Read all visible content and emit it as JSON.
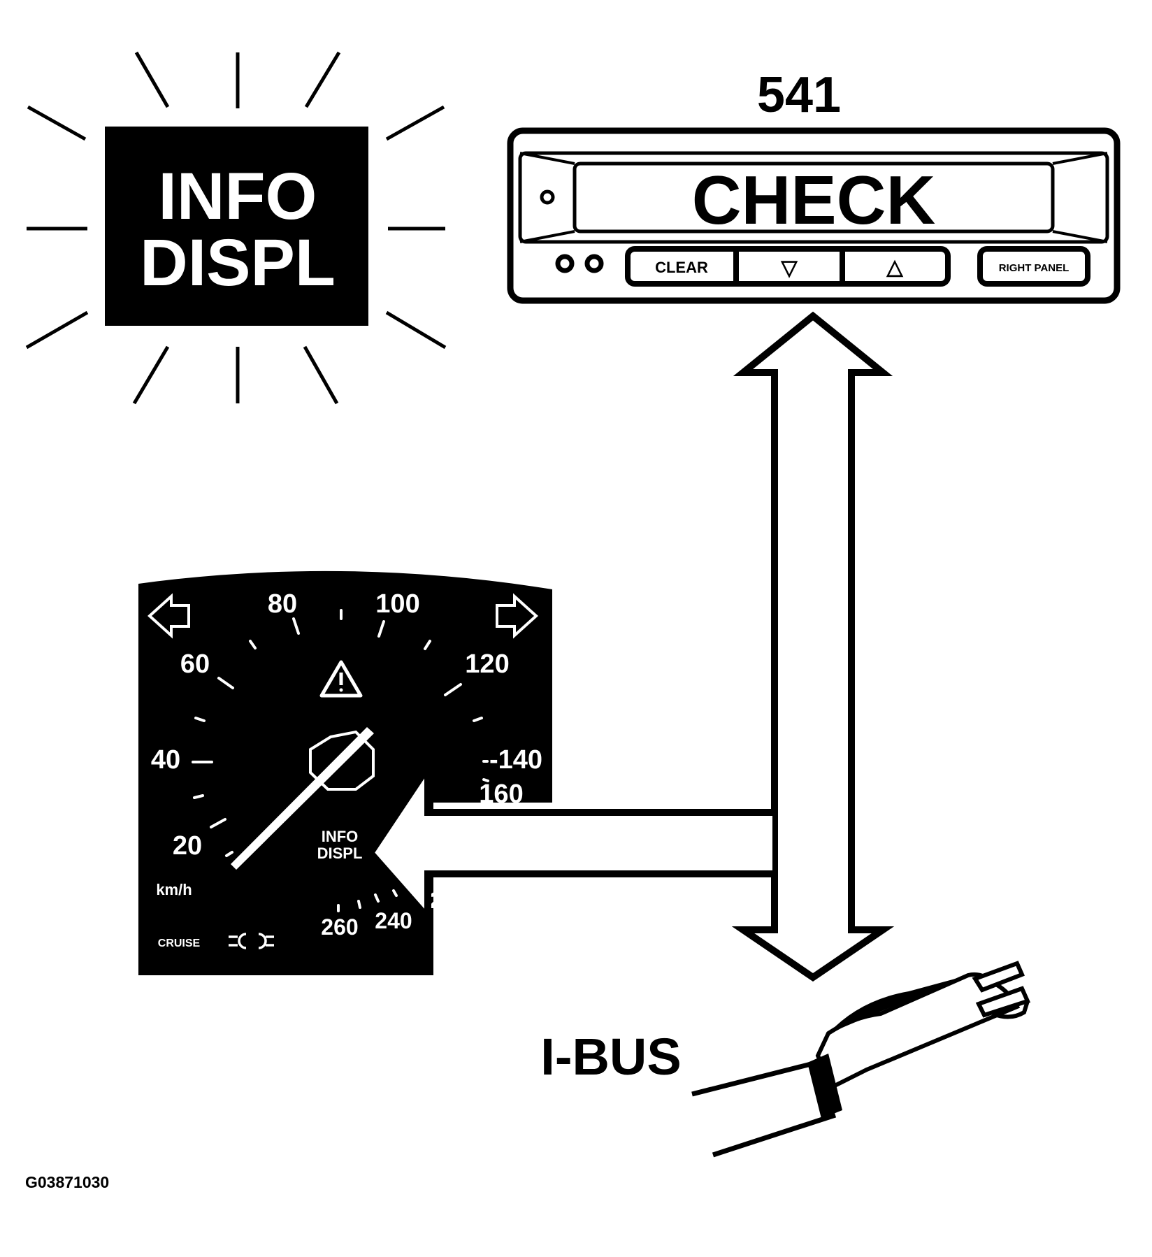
{
  "indicator": {
    "line1": "INFO",
    "line2": "DISPL"
  },
  "display_unit": {
    "ref": "541",
    "screen_text": "CHECK",
    "buttons": {
      "clear": "CLEAR",
      "down": "▽",
      "up": "△",
      "right_panel": "RIGHT PANEL"
    }
  },
  "speedometer": {
    "labels": [
      "20",
      "40",
      "60",
      "80",
      "100",
      "120",
      "-140",
      "160",
      "240",
      "260",
      "20"
    ],
    "unit": "km/h",
    "cruise": "CRUISE",
    "info_line1": "INFO",
    "info_line2": "DISPL"
  },
  "bus": {
    "label": "I-BUS"
  },
  "figure_code": "G03871030",
  "colors": {
    "ink": "#000000",
    "paper": "#ffffff"
  }
}
